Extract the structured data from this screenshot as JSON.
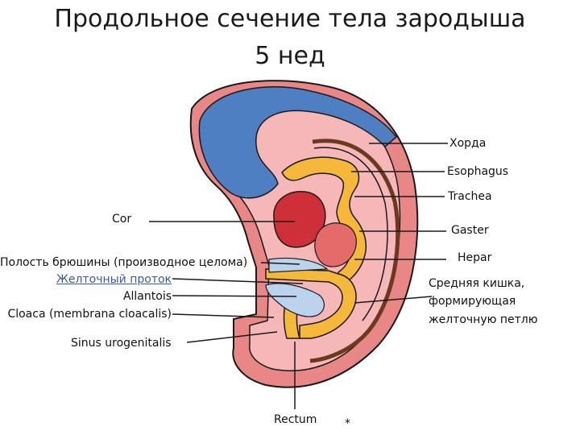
{
  "title": {
    "line1": "Продольное сечение тела зародыша",
    "line2": "5 нед"
  },
  "labels": {
    "chorda": "Хорда",
    "esophagus": "Esophagus",
    "trachea": "Trachea",
    "cor": "Cor",
    "gaster": "Gaster",
    "hepar": "Hepar",
    "peritoneal_cavity": "Полость брюшины (производное целома)",
    "yolk_duct": "Желточный проток",
    "allantois": "Allantois",
    "cloaca": "Cloaca (membrana cloacalis)",
    "midgut_line1": "Средняя кишка,",
    "midgut_line2": "формирующая",
    "midgut_line3": "желточную петлю",
    "sinus": "Sinus urogenitalis",
    "rectum": "Rectum",
    "asterisk": "*"
  },
  "colors": {
    "skin": "#e98686",
    "body": "#f5b7b7",
    "neural": "#4d7fc2",
    "gut": "#f6b83a",
    "heart": "#cf3038",
    "liver": "#e56a6a",
    "coelom": "#bcd3ee",
    "outline": "#1a1a1a",
    "chorda": "#6b3a1e"
  }
}
